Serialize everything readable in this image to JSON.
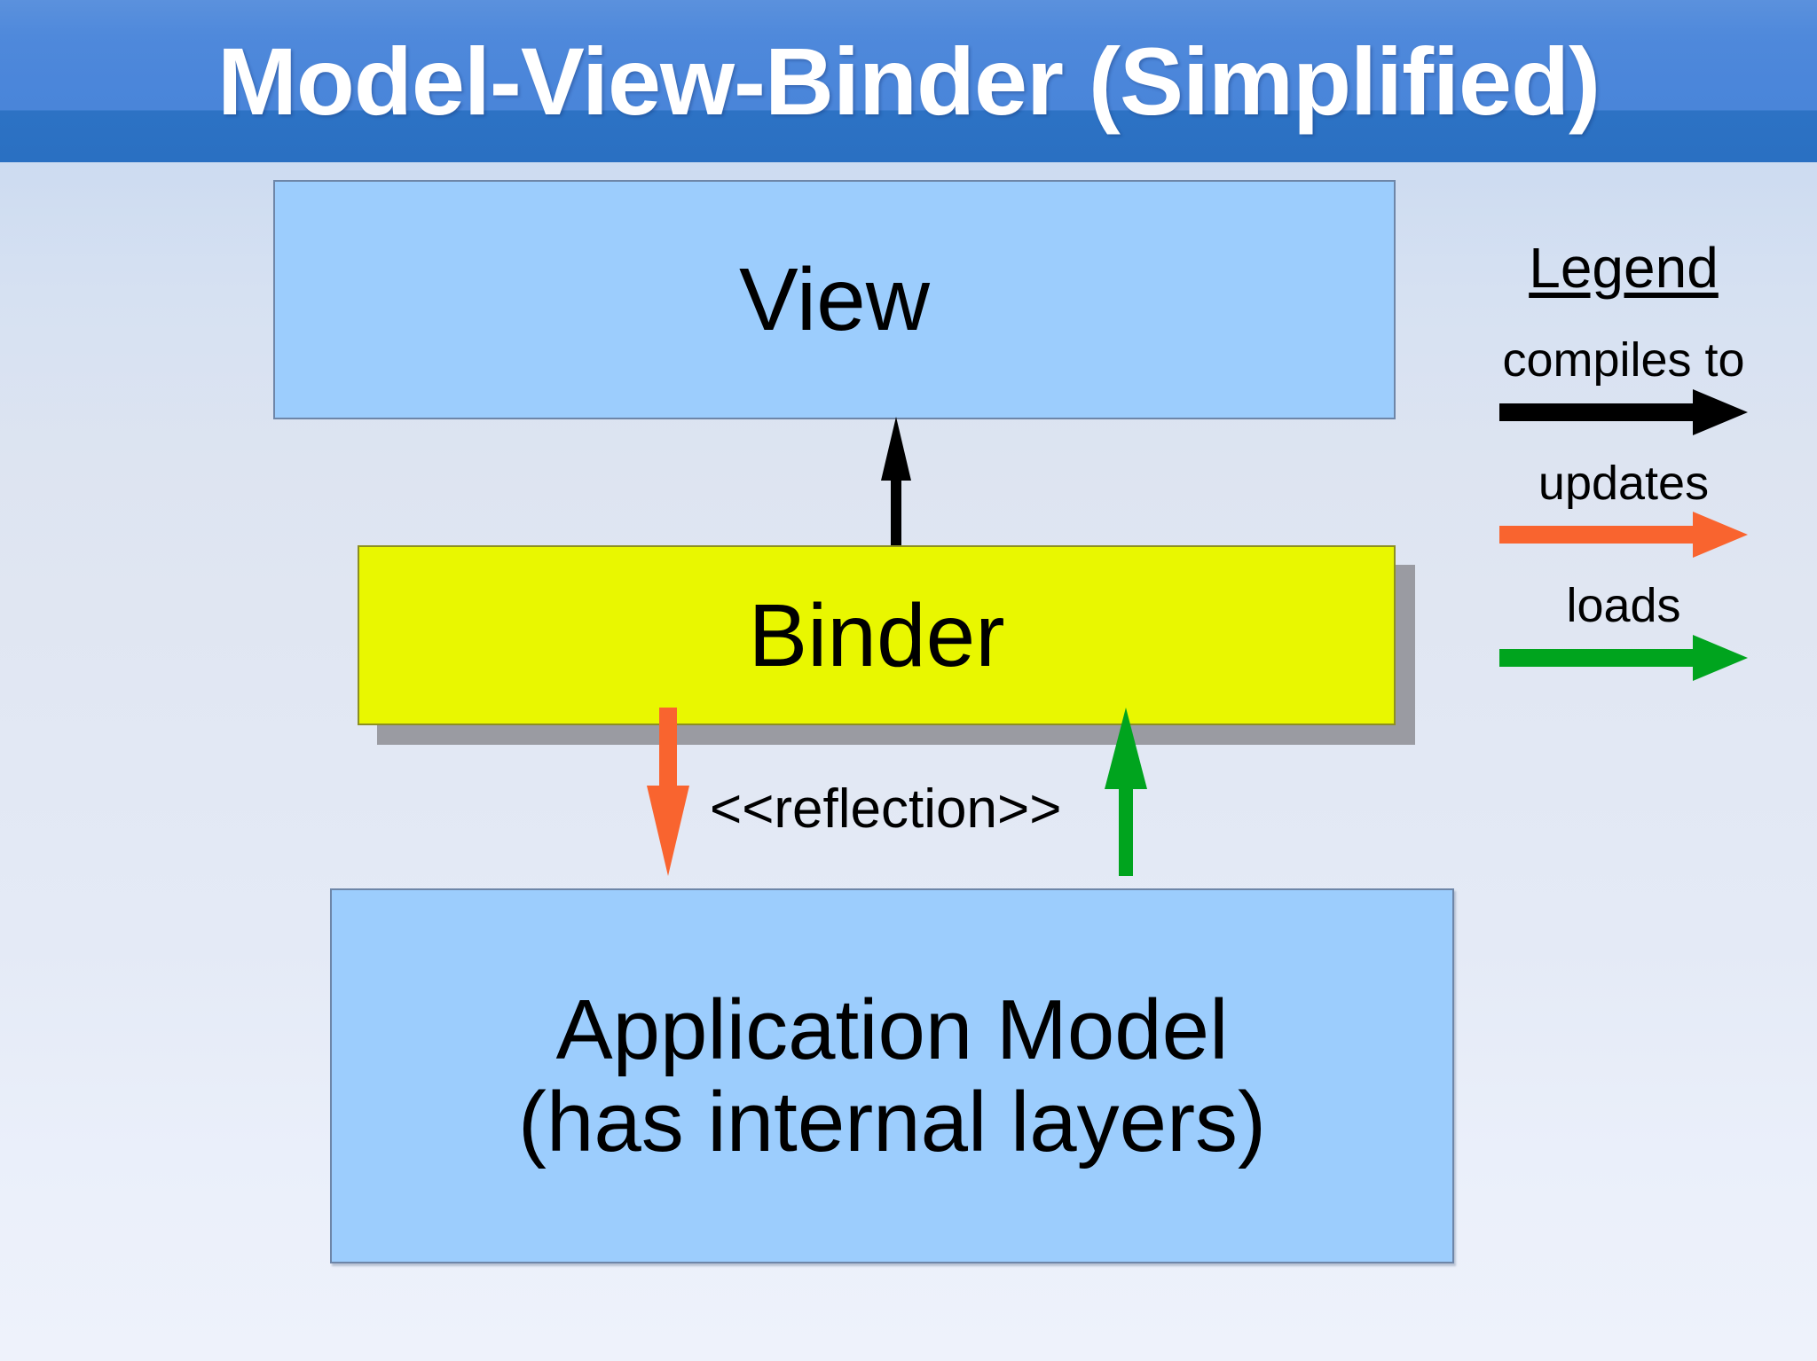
{
  "slide": {
    "title": "Model-View-Binder (Simplified)",
    "background_top_color": "#b9cfee",
    "background_bottom_color": "#eef2fb",
    "banner_color": "#2d72c4"
  },
  "diagram": {
    "type": "block-diagram",
    "boxes": [
      {
        "name": "view",
        "label": "View",
        "fill": "#9ccdfd",
        "border": "#6e86a8"
      },
      {
        "name": "binder",
        "label": "Binder",
        "fill": "#e9f700",
        "border": "#8c8f22",
        "shadow": "#9a9ba2"
      },
      {
        "name": "application-model",
        "label_line1": "Application Model",
        "label_line2": "(has internal layers)",
        "fill": "#9ccdfd",
        "border": "#6e86a8"
      }
    ],
    "connectors": [
      {
        "name": "binder-compiles-to-view",
        "from": "binder",
        "to": "view",
        "relation": "compiles to",
        "color": "#000000",
        "direction": "up"
      },
      {
        "name": "binder-updates-model",
        "from": "binder",
        "to": "application-model",
        "relation": "updates",
        "color": "#f9642f",
        "direction": "down",
        "stereotype": "<<reflection>>"
      },
      {
        "name": "model-loads-binder",
        "from": "application-model",
        "to": "binder",
        "relation": "loads",
        "color": "#00a41e",
        "direction": "up"
      }
    ],
    "annotations": [
      {
        "name": "reflection-stereotype",
        "text": "<<reflection>>"
      }
    ]
  },
  "legend": {
    "title": "Legend",
    "entries": [
      {
        "label": "compiles to",
        "color": "#000000",
        "icon": "arrow-right-icon"
      },
      {
        "label": "updates",
        "color": "#f9642f",
        "icon": "arrow-right-icon"
      },
      {
        "label": "loads",
        "color": "#00a41e",
        "icon": "arrow-right-icon"
      }
    ]
  }
}
